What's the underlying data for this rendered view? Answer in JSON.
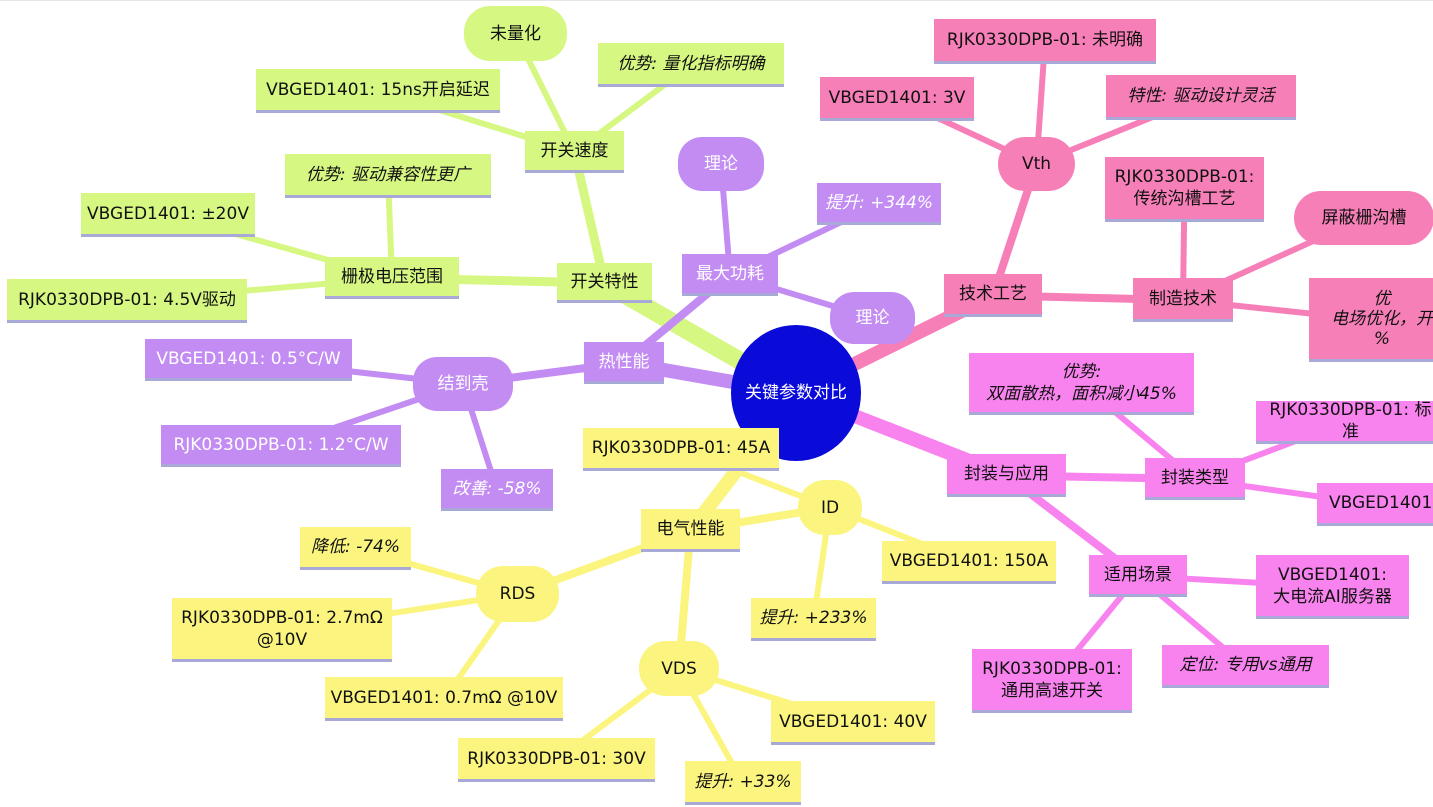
{
  "center": {
    "label": "关键参数对比",
    "color": "#0b0bd9"
  },
  "colors": {
    "switch": "#d6f782",
    "thermal": "#c38cf3",
    "electrical": "#fbf57f",
    "tech": "#f77fb7",
    "package": "#f983ee"
  },
  "switch": {
    "root": "开关特性",
    "speed": {
      "label": "开关速度",
      "children": [
        "未量化",
        "优势: 量化指标明确",
        "VBGED1401: 15ns开启延迟"
      ]
    },
    "gate": {
      "label": "栅极电压范围",
      "children": [
        "优势: 驱动兼容性更广",
        "VBGED1401: ±20V",
        "RJK0330DPB-01: 4.5V驱动"
      ]
    }
  },
  "thermal": {
    "root": "热性能",
    "maxpower": {
      "label": "最大功耗",
      "children": [
        "理论",
        "提升: +344%",
        "理论"
      ]
    },
    "junction": {
      "label": "结到壳",
      "children": [
        "VBGED1401: 0.5°C/W",
        "RJK0330DPB-01: 1.2°C/W",
        "改善: -58%"
      ]
    }
  },
  "electrical": {
    "root": "电气性能",
    "id": {
      "label": "ID",
      "children": [
        "RJK0330DPB-01: 45A",
        "VBGED1401: 150A",
        "提升: +233%"
      ]
    },
    "rds": {
      "label": "RDS",
      "children": [
        "降低: -74%",
        "RJK0330DPB-01: 2.7mΩ\n@10V",
        "VBGED1401: 0.7mΩ @10V"
      ]
    },
    "vds": {
      "label": "VDS",
      "children": [
        "RJK0330DPB-01: 30V",
        "VBGED1401: 40V",
        "提升: +33%"
      ]
    }
  },
  "tech": {
    "root": "技术工艺",
    "vth": {
      "label": "Vth",
      "children": [
        "RJK0330DPB-01: 未明确",
        "VBGED1401: 3V",
        "特性: 驱动设计灵活"
      ]
    },
    "manufacturing": {
      "label": "制造技术",
      "children": [
        "RJK0330DPB-01:\n传统沟槽工艺",
        "屏蔽栅沟槽",
        "优\n电场优化，开\n%"
      ]
    }
  },
  "package": {
    "root": "封装与应用",
    "type": {
      "label": "封装类型",
      "children": [
        "优势:\n双面散热，面积减小45%",
        "RJK0330DPB-01: 标准",
        "VBGED1401:"
      ]
    },
    "scenario": {
      "label": "适用场景",
      "children": [
        "VBGED1401:\n大电流AI服务器",
        "定位: 专用vs通用",
        "RJK0330DPB-01:\n通用高速开关"
      ]
    }
  }
}
